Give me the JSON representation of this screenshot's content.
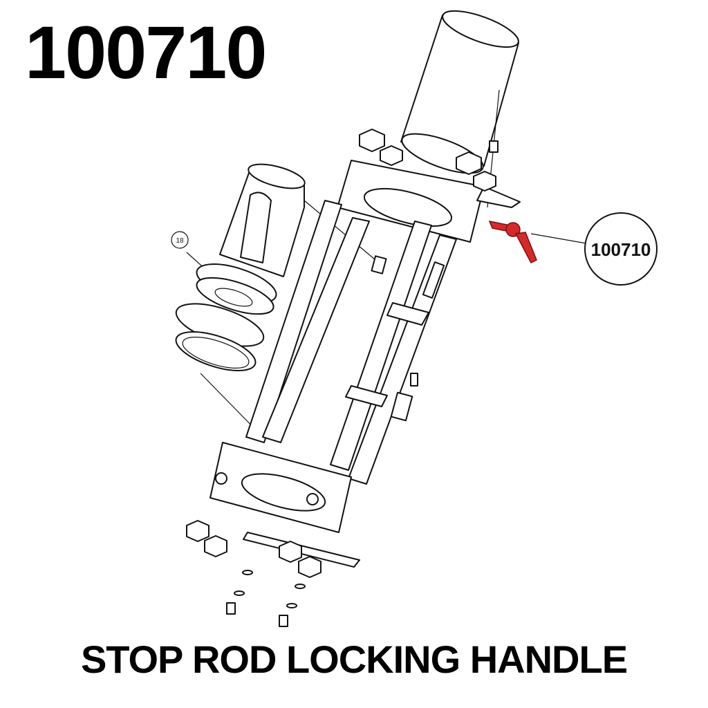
{
  "header": {
    "part_number": "100710"
  },
  "callouts": {
    "balloon_18": "18",
    "balloon_part": "100710"
  },
  "footer": {
    "caption": "STOP ROD LOCKING HANDLE"
  },
  "colors": {
    "highlight": "#d42a2a",
    "line": "#111111",
    "background": "#ffffff"
  }
}
